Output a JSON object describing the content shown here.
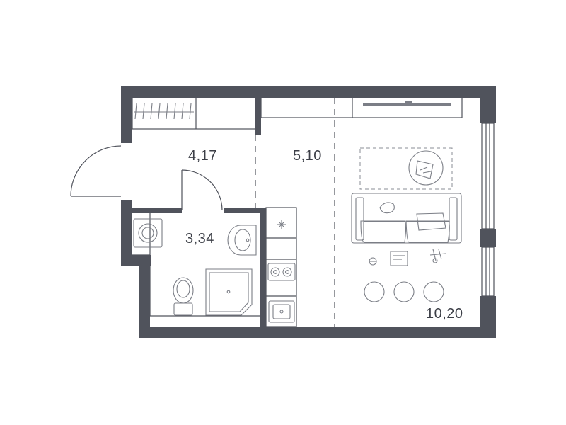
{
  "rooms": {
    "hallway_area": "4,17",
    "kitchen_area": "5,10",
    "bathroom_area": "3,34",
    "living_area": "10,20"
  },
  "colors": {
    "wall": "#50535c",
    "line": "#7b7e86",
    "text": "#3c3f47",
    "background": "#ffffff"
  }
}
